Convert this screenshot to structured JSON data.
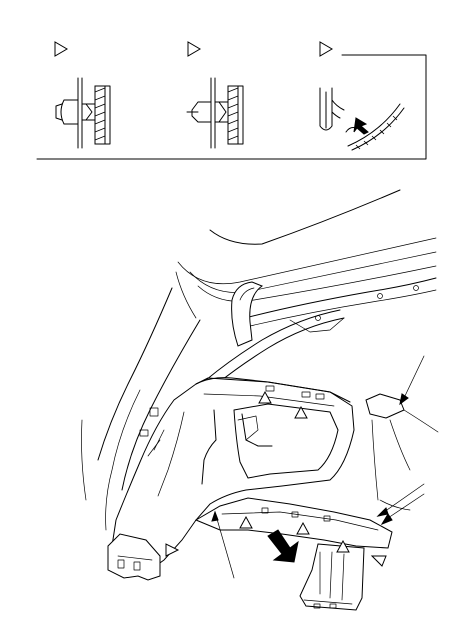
{
  "diagram": {
    "legend": {
      "items": [
        {
          "symbol": "triangle",
          "icon": "plastic-clip-icon"
        },
        {
          "symbol": "triangle",
          "icon": "expansion-rivet-clip-icon"
        },
        {
          "symbol": "triangle",
          "icon": "screwdriver-pry-clip-icon"
        }
      ]
    },
    "colors": {
      "line": "#000000",
      "background": "#ffffff"
    }
  }
}
